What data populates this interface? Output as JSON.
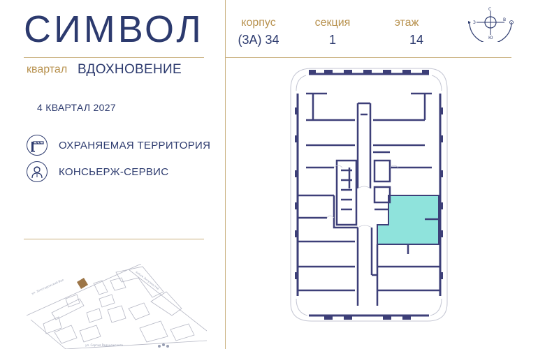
{
  "brand": {
    "logo_text": "СИМВОЛ",
    "district_prefix": "квартал",
    "district_name": "ВДОХНОВЕНИЕ",
    "delivery": "4 КВАРТАЛ 2027"
  },
  "features": [
    {
      "label": "ОХРАНЯЕМАЯ ТЕРРИТОРИЯ",
      "icon": "barrier-gate-icon"
    },
    {
      "label": "КОНСЬЕРЖ-СЕРВИС",
      "icon": "concierge-person-icon"
    }
  ],
  "unit_info": {
    "building_label": "корпус",
    "building_value": "(3А) 34",
    "section_label": "секция",
    "section_value": "1",
    "floor_label": "этаж",
    "floor_value": "14"
  },
  "compass": {
    "north": "С",
    "south": "Ю",
    "west": "З",
    "east": "В",
    "icon": "compass-icon"
  },
  "colors": {
    "brand_navy": "#2c3a6e",
    "gold": "#b8924f",
    "plan_walls": "#3d3f78",
    "highlight": "#8fe3dc",
    "building_marker": "#9c7547"
  }
}
